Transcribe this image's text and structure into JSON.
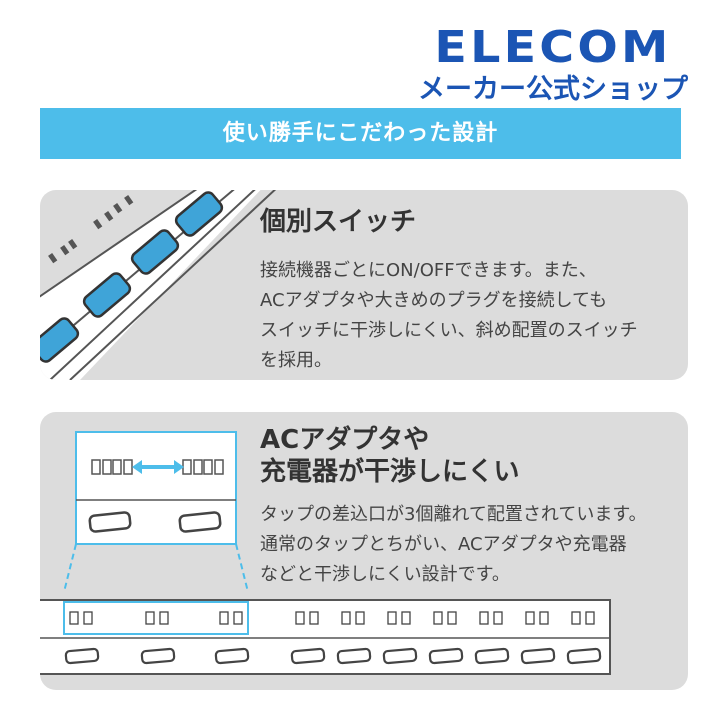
{
  "logo": {
    "brand": "ELECOM",
    "shop": "メーカー公式ショップ"
  },
  "banner": {
    "title": "使い勝手にこだわった設計"
  },
  "feature1": {
    "title": "個別スイッチ",
    "lines": [
      "接続機器ごとにON/OFFできます。また、",
      "ACアダプタや大きめのプラグを接続しても",
      "スイッチに干渉しにくい、斜め配置のスイッチ",
      "を採用。"
    ]
  },
  "feature2": {
    "title_lines": [
      "ACアダプタや",
      "充電器が干渉しにくい"
    ],
    "lines": [
      "タップの差込口が3個離れて配置されています。",
      "通常のタップとちがい、ACアダプタや充電器",
      "などと干渉しにくい設計です。"
    ]
  },
  "colors": {
    "brand_blue": "#1b55b4",
    "banner_cyan": "#4dbdea",
    "switch_blue": "#3fa4d8",
    "panel_gray": "#dcdcdc",
    "text_dark": "#333333"
  },
  "icons": {
    "feature1_illustration": "power-strip-diagonal-switches",
    "feature2_illustration": "power-strip-spaced-outlets"
  }
}
